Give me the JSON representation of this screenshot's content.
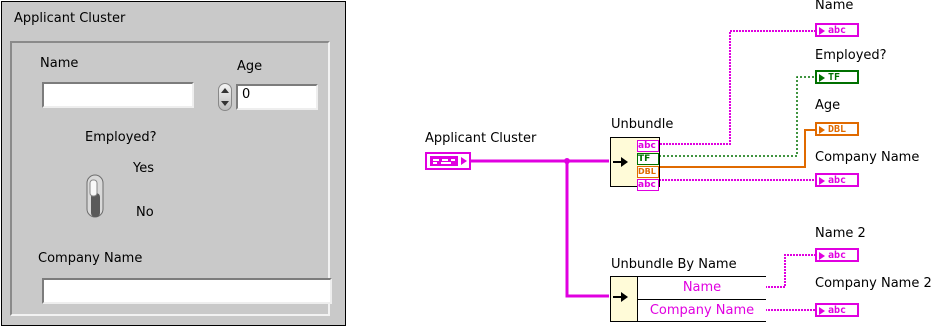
{
  "front_panel": {
    "title": "Applicant Cluster",
    "name_label": "Name",
    "name_value": "",
    "age_label": "Age",
    "age_value": "0",
    "employed_label": "Employed?",
    "switch_on_label": "Yes",
    "switch_off_label": "No",
    "company_label": "Company Name",
    "company_value": ""
  },
  "block_diagram": {
    "source_label": "Applicant Cluster",
    "unbundle_label": "Unbundle",
    "unbundle_rows": [
      "abc",
      "TF",
      "DBL",
      "abc"
    ],
    "unbundle_by_name_label": "Unbundle By Name",
    "unbundle_by_name_rows": [
      "Name",
      "Company Name"
    ],
    "indicators": {
      "name": {
        "label": "Name",
        "type": "abc"
      },
      "employed": {
        "label": "Employed?",
        "type": "TF"
      },
      "age": {
        "label": "Age",
        "type": "DBL"
      },
      "company": {
        "label": "Company Name",
        "type": "abc"
      },
      "name2": {
        "label": "Name 2",
        "type": "abc"
      },
      "company2": {
        "label": "Company Name 2",
        "type": "abc"
      }
    },
    "colors": {
      "string": "#e000e0",
      "boolean": "#007000",
      "numeric": "#e06a00",
      "node_bg": "#fffbd8"
    }
  }
}
